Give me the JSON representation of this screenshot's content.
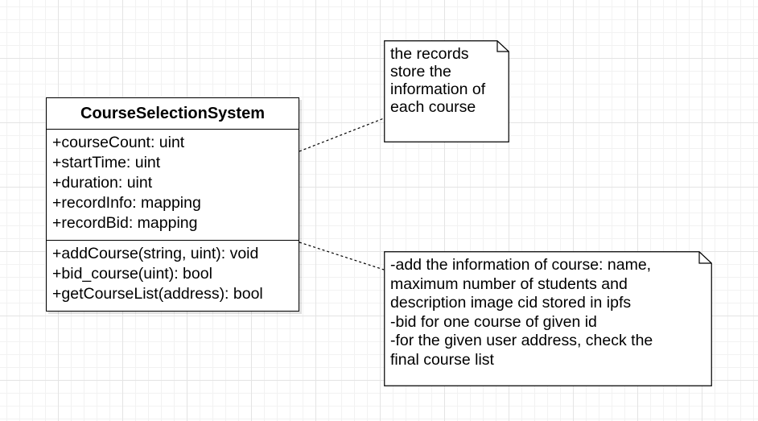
{
  "class": {
    "name": "CourseSelectionSystem",
    "attributes": [
      "+courseCount: uint",
      "+startTime: uint",
      "+duration: uint",
      "+recordInfo: mapping",
      "+recordBid: mapping"
    ],
    "operations": [
      "+addCourse(string, uint): void",
      "+bid_course(uint): bool",
      "+getCourseList(address): bool"
    ]
  },
  "notes": [
    {
      "lines": [
        "the records",
        "store the",
        "information of",
        "each course"
      ]
    },
    {
      "lines": [
        "-add the information of course: name,",
        "maximum number of students and",
        "description image cid stored in ipfs",
        "-bid for one course of given id",
        "-for the given user address, check the",
        "final course list"
      ]
    }
  ]
}
